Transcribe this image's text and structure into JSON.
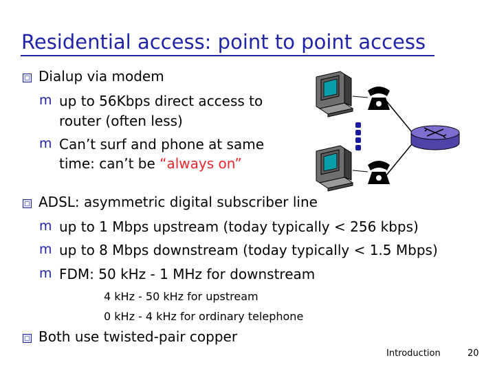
{
  "title": "Residential access: point to point access",
  "dialup": {
    "heading": "Dialup via modem",
    "items": [
      {
        "line1": "up to 56Kbps direct access to",
        "line2": "router (often less)"
      },
      {
        "line1": "Can’t surf and phone at same",
        "line2_plain": "time: can’t be ",
        "line2_highlight": "“always on”"
      }
    ]
  },
  "adsl": {
    "heading": "ADSL: asymmetric digital subscriber line",
    "items": [
      "up to 1 Mbps upstream (today typically < 256 kbps)",
      "up to 8 Mbps downstream (today typically < 1.5 Mbps)",
      "FDM: 50 kHz - 1 MHz for downstream"
    ],
    "sub_lines": [
      "4 kHz - 50 kHz for upstream",
      "0 kHz - 4 kHz for ordinary telephone"
    ]
  },
  "final_bullet": "Both use twisted-pair copper",
  "footer": {
    "section": "Introduction",
    "page": "20"
  },
  "colors": {
    "title": "#1f24a8",
    "highlight": "#e8282c",
    "router": "#7d6fd0"
  },
  "icons": [
    "computer-icon",
    "telephone-icon",
    "router-icon",
    "dots-icon"
  ]
}
